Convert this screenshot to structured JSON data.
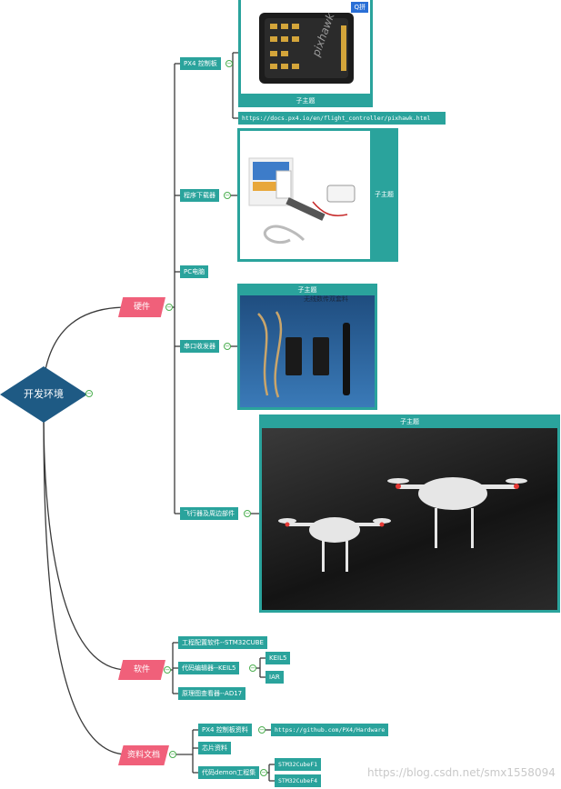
{
  "root": {
    "label": "开发环境",
    "color": "#1e5a84"
  },
  "branches": [
    {
      "label": "硬件",
      "children": [
        {
          "label": "PX4 控制板",
          "image_card_label": "子主题",
          "link": "https://docs.px4.io/en/flight_controller/pixhawk.html"
        },
        {
          "label": "程序下载器",
          "image_card_label": "子主题"
        },
        {
          "label": "PC电脑"
        },
        {
          "label": "串口收发器",
          "image_card_label": "子主题",
          "image_caption": "无线数传双套料"
        },
        {
          "label": "飞行器及周边部件",
          "image_card_label": "子主题"
        }
      ]
    },
    {
      "label": "软件",
      "children": [
        {
          "label": "工程配置软件--STM32CUBE"
        },
        {
          "label": "代码编辑器--KEIL5",
          "children": [
            "KEIL5",
            "IAR"
          ]
        },
        {
          "label": "原理图查看器--AD17"
        }
      ]
    },
    {
      "label": "资料文档",
      "children": [
        {
          "label": "PX4 控制板资料",
          "link": "https://github.com/PX4/Hardware"
        },
        {
          "label": "芯片资料"
        },
        {
          "label": "代码demon工程集",
          "children": [
            "STM32CubeF1",
            "STM32CubeF4"
          ]
        }
      ]
    }
  ],
  "image_tag": "Q拼",
  "watermark": "https://blog.csdn.net/smx1558094",
  "colors": {
    "node": "#2aa39c",
    "mid": "#f0607a",
    "root": "#1e5a84",
    "line": "#333333"
  }
}
